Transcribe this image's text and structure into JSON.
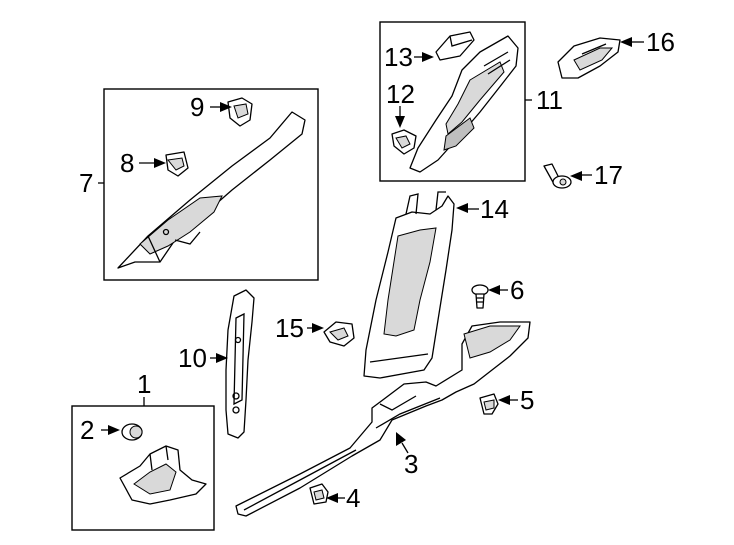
{
  "callouts": {
    "c1": "1",
    "c2": "2",
    "c3": "3",
    "c4": "4",
    "c5": "5",
    "c6": "6",
    "c7": "7",
    "c8": "8",
    "c9": "9",
    "c10": "10",
    "c11": "11",
    "c12": "12",
    "c13": "13",
    "c14": "14",
    "c15": "15",
    "c16": "16",
    "c17": "17"
  },
  "colors": {
    "line": "#000000",
    "shade": "#d9d9d9",
    "background": "#ffffff"
  }
}
